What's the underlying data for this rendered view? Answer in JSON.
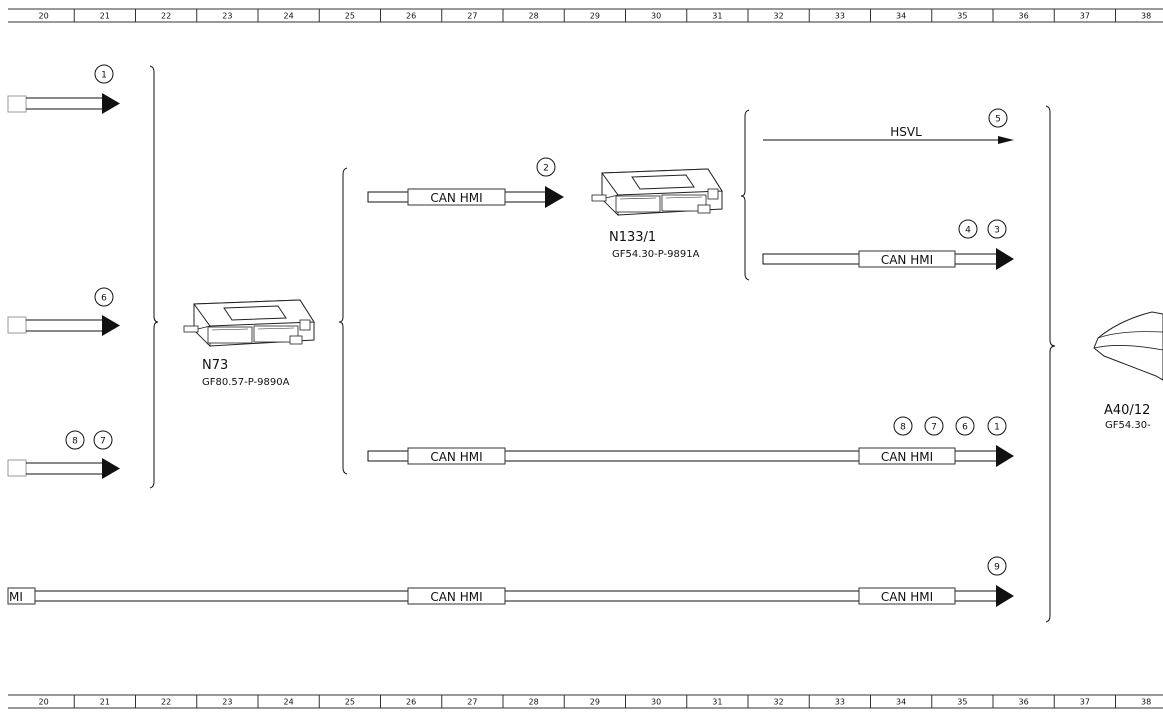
{
  "ruler": {
    "columns": [
      "20",
      "21",
      "22",
      "23",
      "24",
      "25",
      "26",
      "27",
      "28",
      "29",
      "30",
      "31",
      "32",
      "33",
      "34",
      "35",
      "36",
      "37",
      "38"
    ]
  },
  "modules": {
    "n73": {
      "name": "N73",
      "ref": "GF80.57-P-9890A"
    },
    "n133": {
      "name": "N133/1",
      "ref": "GF54.30-P-9891A"
    },
    "a40": {
      "name": "A40/12",
      "ref": "GF54.30-"
    }
  },
  "signals": {
    "hsvl": "HSVL",
    "can_hmi": "CAN HMI",
    "can_hmi_cut": "MI"
  },
  "bubbles": {
    "b1_top": "1",
    "b6_left": "6",
    "b8_left": "8",
    "b7_left": "7",
    "b2": "2",
    "b5": "5",
    "b4": "4",
    "b3": "3",
    "b8_mid": "8",
    "b7_mid": "7",
    "b6_mid": "6",
    "b1_mid": "1",
    "b9": "9"
  }
}
